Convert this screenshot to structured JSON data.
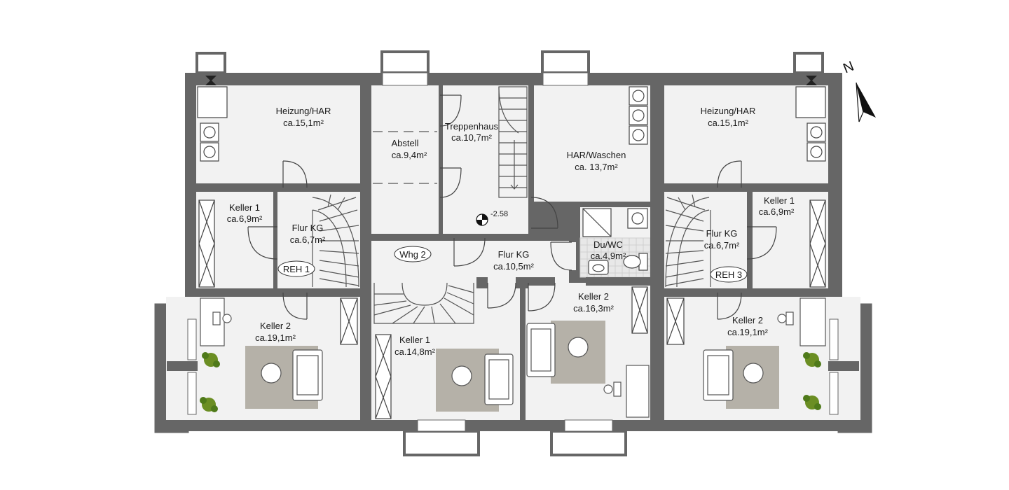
{
  "plan": {
    "rooms": [
      {
        "id": "r1",
        "name": "Heizung/HAR",
        "area": "ca.15,1m²"
      },
      {
        "id": "r2",
        "name": "Keller 1",
        "area": "ca.6,9m²"
      },
      {
        "id": "r3",
        "name": "Flur KG",
        "area": "ca.6,7m²"
      },
      {
        "id": "r4",
        "name": "Keller 2",
        "area": "ca.19,1m²"
      },
      {
        "id": "r5",
        "name": "Abstell",
        "area": "ca.9,4m²"
      },
      {
        "id": "r6",
        "name": "Treppenhaus",
        "area": "ca.10,7m²"
      },
      {
        "id": "r7",
        "name": "HAR/Waschen",
        "area": "ca. 13,7m²"
      },
      {
        "id": "r8",
        "name": "Flur KG",
        "area": "ca.10,5m²"
      },
      {
        "id": "r9",
        "name": "Du/WC",
        "area": "ca.4,9m²"
      },
      {
        "id": "r10",
        "name": "Keller 1",
        "area": "ca.14,8m²"
      },
      {
        "id": "r11",
        "name": "Keller 2",
        "area": "ca.16,3m²"
      },
      {
        "id": "r12",
        "name": "Heizung/HAR",
        "area": "ca.15,1m²"
      },
      {
        "id": "r13",
        "name": "Keller 1",
        "area": "ca.6,9m²"
      },
      {
        "id": "r14",
        "name": "Flur KG",
        "area": "ca.6,7m²"
      },
      {
        "id": "r15",
        "name": "Keller 2",
        "area": "ca.19,1m²"
      }
    ],
    "unit_labels": {
      "reh1": "REH 1",
      "whg2": "Whg 2",
      "reh3": "REH 3"
    },
    "elevation": "-2.58",
    "north": "N",
    "colors": {
      "wall": "#666666",
      "floor": "#f2f2f2",
      "rug": "#b5b1a8",
      "bath_tile": "#e6e6e6",
      "plant": "#6b8e23"
    }
  }
}
